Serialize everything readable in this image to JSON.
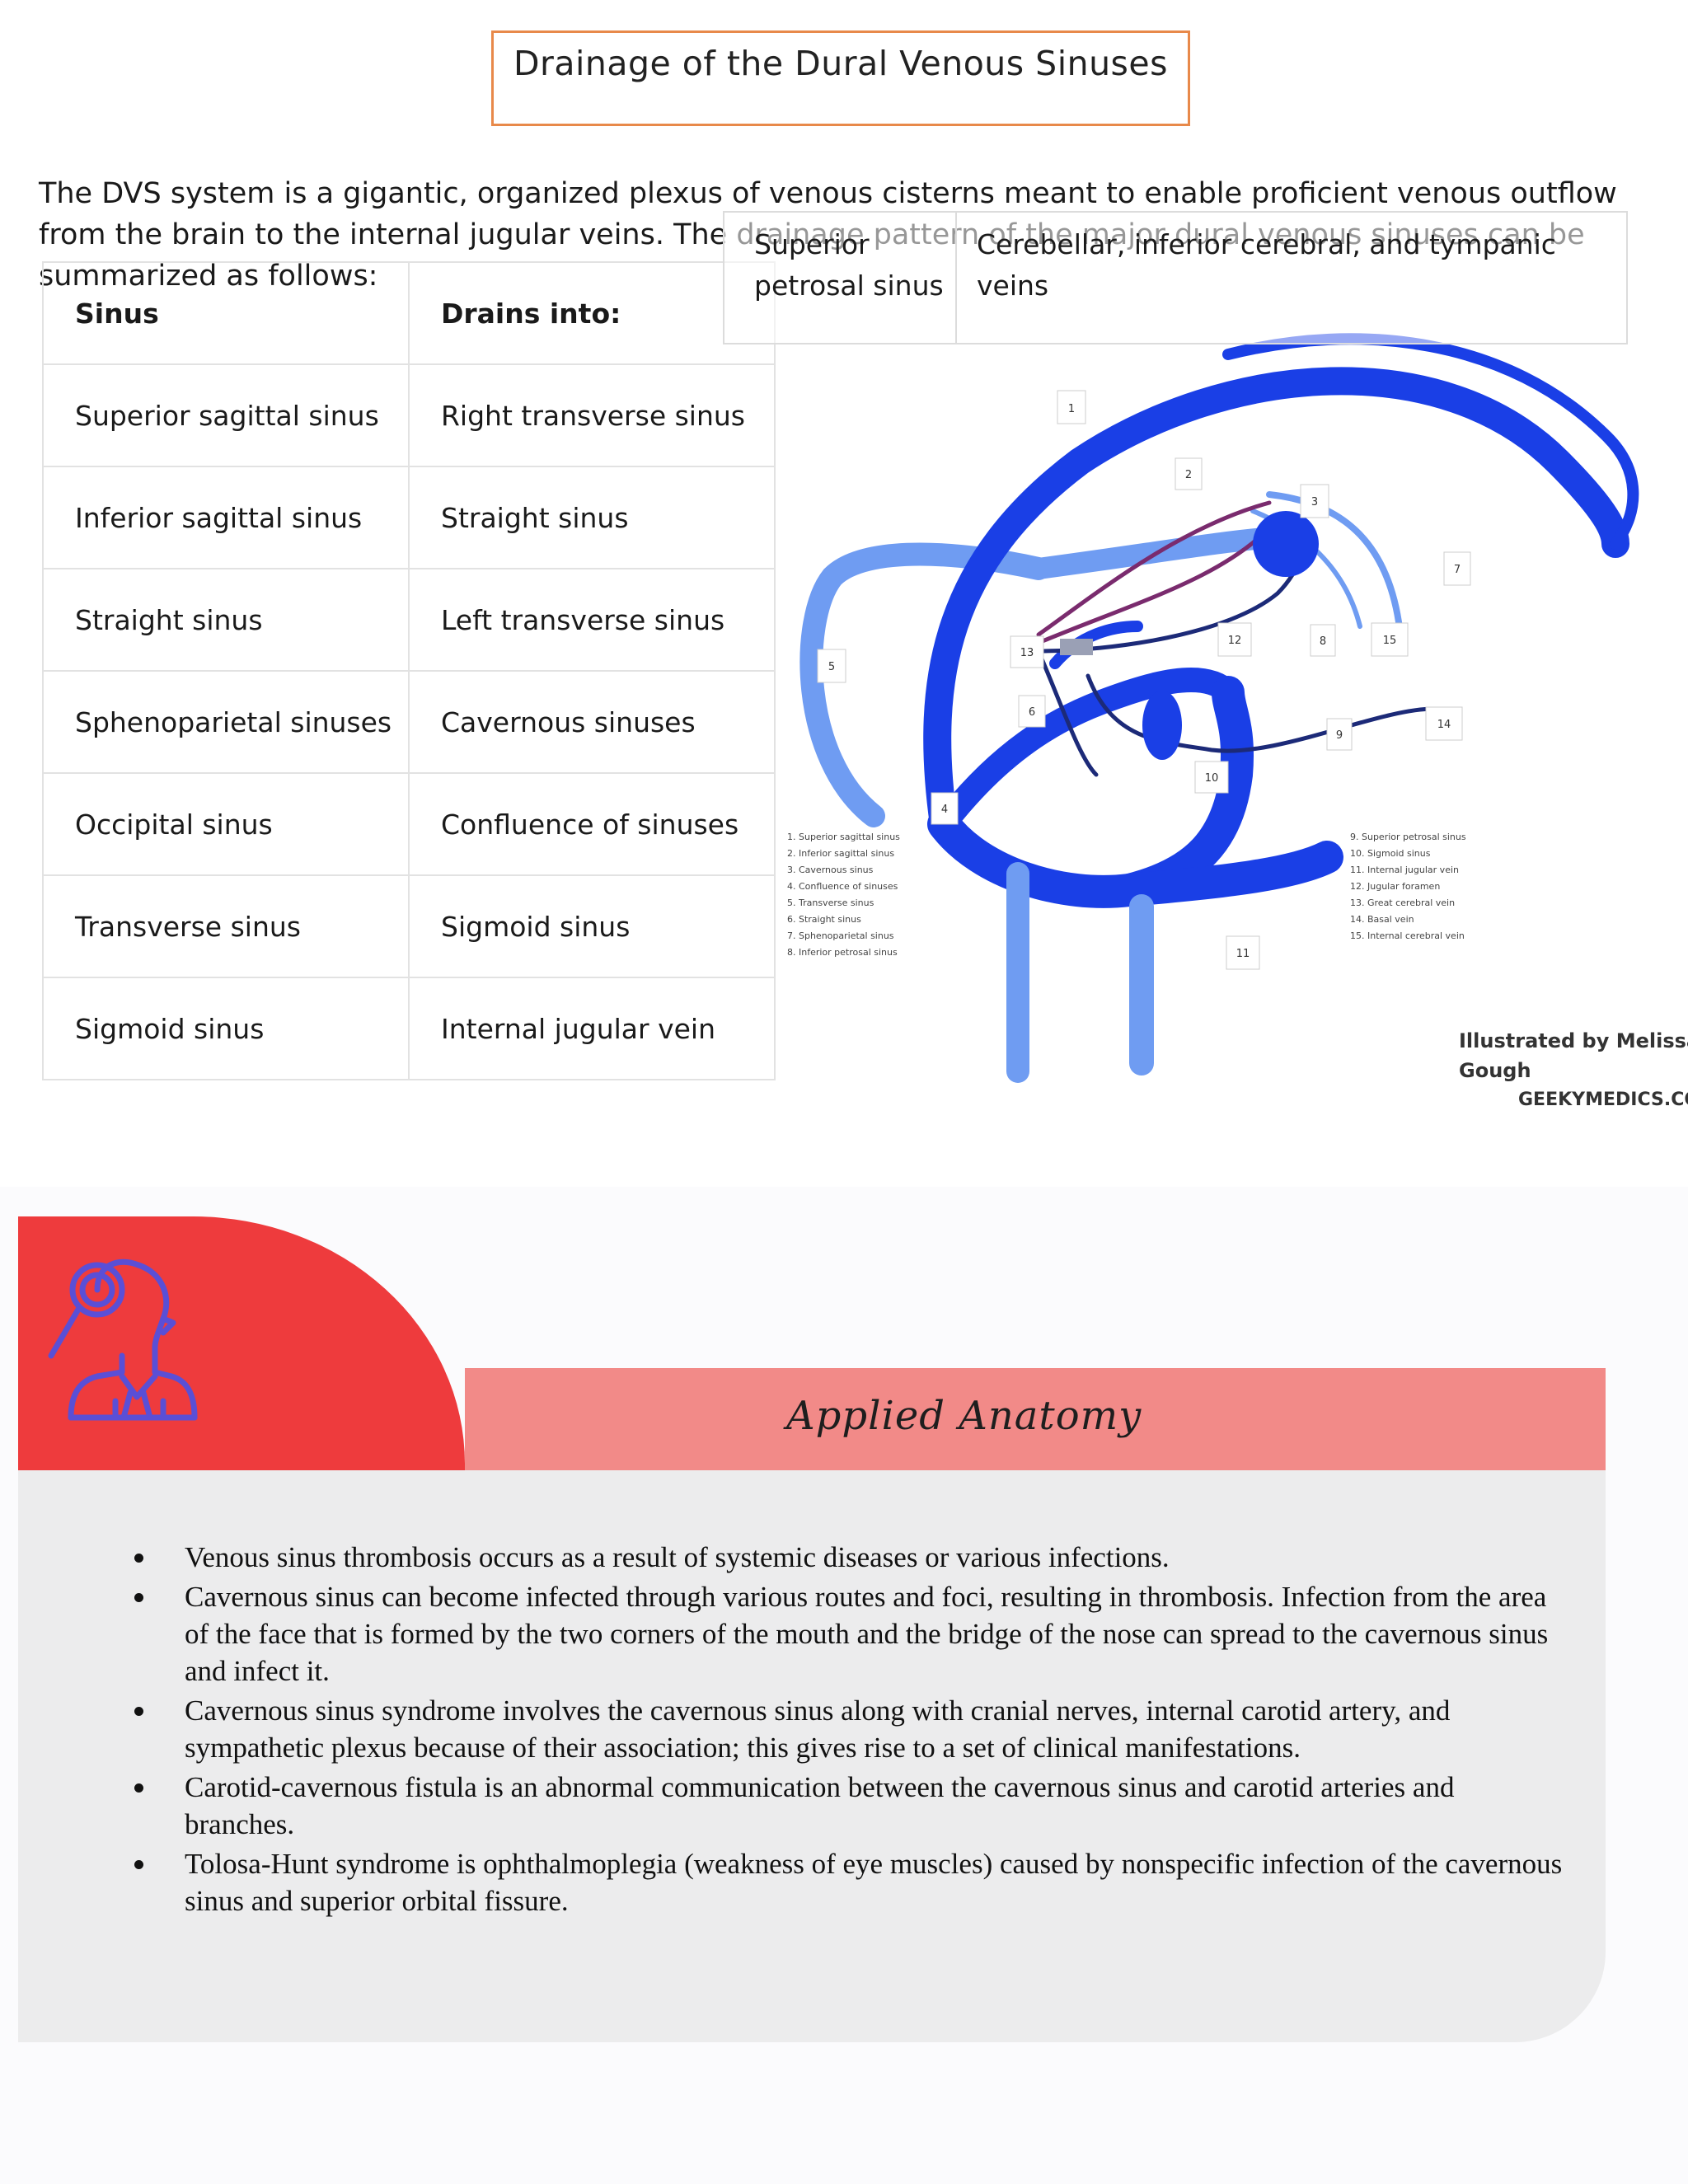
{
  "title": "Drainage of the Dural Venous Sinuses",
  "intro": "The DVS system is a gigantic, organized plexus of venous cisterns meant to enable proficient venous outflow from the brain to the internal jugular veins. The drainage pattern of the major dural venous sinuses can be summarized as follows:",
  "table": {
    "headers": [
      "Sinus",
      "Drains into:"
    ],
    "rows": [
      [
        "Superior sagittal sinus",
        "Right transverse sinus"
      ],
      [
        "Inferior sagittal sinus",
        "Straight sinus"
      ],
      [
        "Straight sinus",
        "Left transverse sinus"
      ],
      [
        "Sphenoparietal sinuses",
        "Cavernous sinuses"
      ],
      [
        "Occipital sinus",
        "Confluence of sinuses"
      ],
      [
        "Transverse sinus",
        "Sigmoid sinus"
      ],
      [
        "Sigmoid sinus",
        "Internal jugular vein"
      ]
    ]
  },
  "overlap_row": [
    "Superior petrosal sinus",
    "Cerebellar, inferior cerebral, and tympanic veins"
  ],
  "diagram": {
    "numbers": [
      "1",
      "2",
      "3",
      "4",
      "5",
      "6",
      "7",
      "8",
      "9",
      "10",
      "11",
      "12",
      "13",
      "14",
      "15"
    ],
    "legend_left": [
      "1. Superior sagittal sinus",
      "2. Inferior sagittal sinus",
      "3. Cavernous sinus",
      "4. Confluence of sinuses",
      "5. Transverse sinus",
      "6. Straight sinus",
      "7. Sphenoparietal sinus",
      "8. Inferior petrosal sinus"
    ],
    "legend_right": [
      "9. Superior petrosal sinus",
      "10. Sigmoid sinus",
      "11. Internal jugular vein",
      "12. Jugular foramen",
      "13. Great cerebral vein",
      "14. Basal vein",
      "15. Internal cerebral vein"
    ],
    "credit_line1": "Illustrated by Melissa Gough",
    "credit_line2": "GEEKYMEDICS.COM",
    "colors": {
      "dark_blue": "#1a3fe6",
      "light_blue": "#6f9cf2",
      "purple": "#7a2b6e",
      "navy": "#1c2a78"
    }
  },
  "applied_anatomy": {
    "heading": "Applied Anatomy",
    "icon": "doctor-magnifier-icon",
    "bullets": [
      "Venous sinus thrombosis occurs as a result of systemic diseases or various infections.",
      "Cavernous sinus can become infected through various routes and foci, resulting in thrombosis. Infection from the area of the face that is formed by the two corners of the mouth and the bridge of the nose can spread to the cavernous sinus and infect it.",
      "Cavernous sinus syndrome involves the cavernous sinus along with cranial nerves, internal carotid artery, and sympathetic plexus because of their association; this gives rise to a set of clinical manifestations.",
      "Carotid-cavernous fistula is an abnormal communication between the cavernous sinus and carotid arteries and branches.",
      "Tolosa-Hunt syndrome is ophthalmoplegia (weakness of eye muscles) caused by nonspecific infection of the cavernous sinus and superior orbital fissure."
    ],
    "colors": {
      "red": "#ee3b3d",
      "banner": "#f28a88",
      "panel": "#ececed",
      "icon": "#5a4fd6"
    }
  }
}
